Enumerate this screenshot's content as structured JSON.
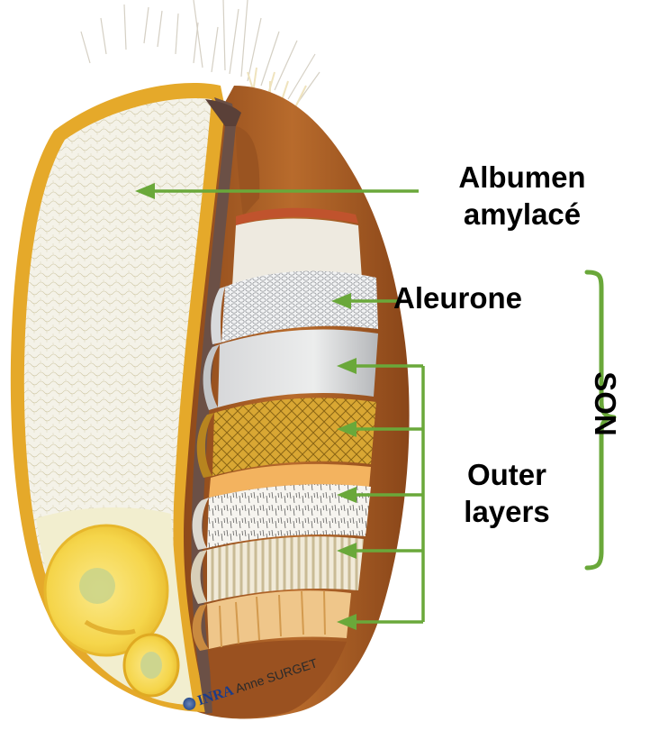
{
  "labels": {
    "albumen_line1": "Albumen",
    "albumen_line2": "amylacé",
    "aleurone": "Aleurone",
    "outer_line1": "Outer",
    "outer_line2": "layers",
    "son": "SON"
  },
  "credit": {
    "brand": "INRA",
    "author": "Anne SURGET"
  },
  "colors": {
    "arrow": "#6aa83a",
    "bracket": "#6aa83a",
    "husk": "#a85d25",
    "husk_dark": "#8a4619",
    "endosperm": "#f3f1e6",
    "embryo": "#f5d94a",
    "crease": "#6b5046",
    "aleurone_layer": "#e8e9ea",
    "hyaline_layer": "#c8c9cc",
    "testa_layer": "#d9a733",
    "outer_skin": "#f7c987"
  },
  "icons": {
    "logo": "inra-logo-icon"
  }
}
